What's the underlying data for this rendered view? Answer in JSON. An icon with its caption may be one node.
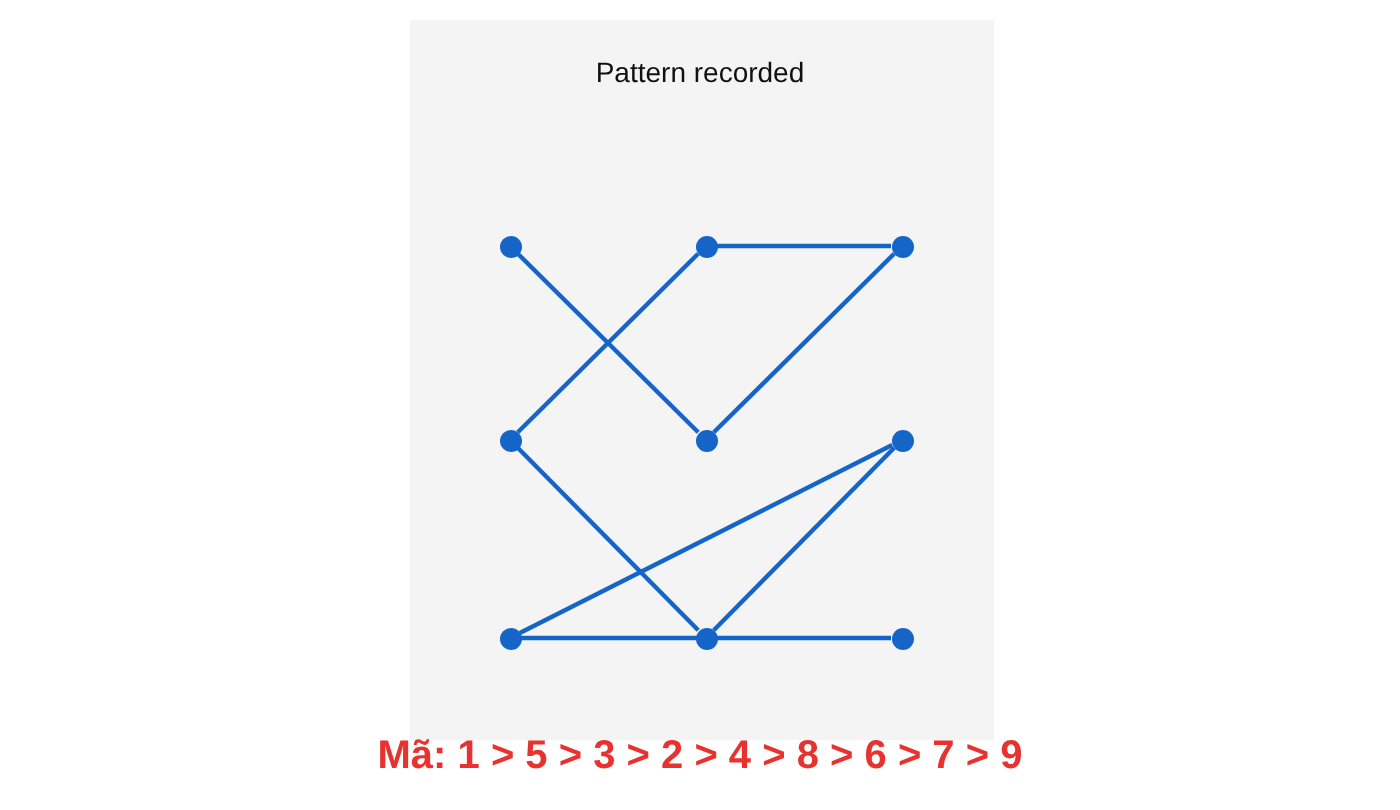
{
  "diagram": {
    "title": "Pattern recorded",
    "caption": "Mã: 1 > 5 > 3 > 2 > 4 > 8 > 6 > 7 > 9",
    "nodes": [
      {
        "text": [],
        "shape": "circle"
      },
      {
        "text": [],
        "shape": "circle"
      },
      {
        "text": [],
        "shape": "circle"
      },
      {
        "text": [],
        "shape": "circle"
      },
      {
        "text": [],
        "shape": "circle"
      },
      {
        "text": [],
        "shape": "circle"
      },
      {
        "text": [],
        "shape": "circle"
      },
      {
        "text": [],
        "shape": "circle"
      },
      {
        "text": [],
        "shape": "circle"
      }
    ],
    "edges": [
      {
        "from": 0,
        "to": 4,
        "arrow": "none"
      },
      {
        "from": 4,
        "to": 2,
        "arrow": "none"
      },
      {
        "from": 2,
        "to": 1,
        "arrow": "none"
      },
      {
        "from": 1,
        "to": 3,
        "arrow": "none"
      },
      {
        "from": 3,
        "to": 7,
        "arrow": "none"
      },
      {
        "from": 7,
        "to": 5,
        "arrow": "none"
      },
      {
        "from": 5,
        "to": 6,
        "arrow": "none"
      },
      {
        "from": 6,
        "to": 8,
        "arrow": "none"
      }
    ]
  }
}
